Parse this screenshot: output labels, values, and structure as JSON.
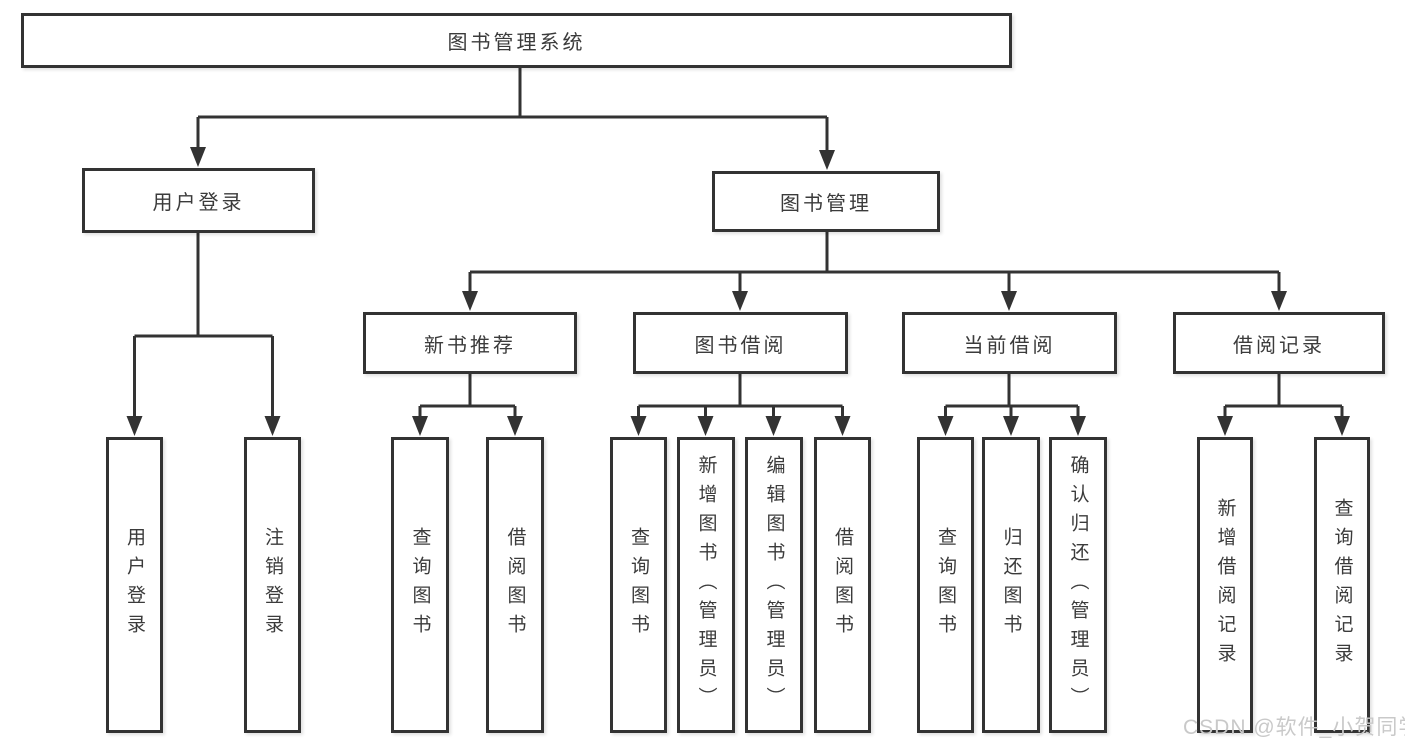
{
  "nodes": {
    "root": "图书管理系统",
    "user_login": "用户登录",
    "book_mgmt": "图书管理",
    "new_books": "新书推荐",
    "book_borrow": "图书借阅",
    "current_borrow": "当前借阅",
    "borrow_records": "借阅记录"
  },
  "leaves": {
    "user_login": [
      "用户登录",
      "注销登录"
    ],
    "new_books": [
      "查询图书",
      "借阅图书"
    ],
    "book_borrow": [
      "查询图书",
      "新增图书（管理员）",
      "编辑图书（管理员）",
      "借阅图书"
    ],
    "current_borrow": [
      "查询图书",
      "归还图书",
      "确认归还（管理员）"
    ],
    "borrow_records": [
      "新增借阅记录",
      "查询借阅记录"
    ]
  },
  "watermark": {
    "text": "CSDN @软件_小贺同学"
  },
  "colors": {
    "line": "#333333",
    "box_border": "#333333",
    "box_background": "#ffffff",
    "text": "#3b3b3b",
    "watermark": "#c9c9c9",
    "page_background": "#ffffff"
  }
}
